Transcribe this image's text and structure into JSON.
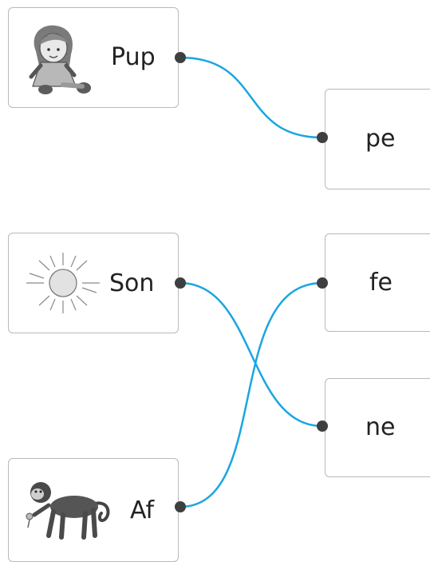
{
  "left_items": [
    {
      "word": "Pup",
      "picture": "doll-icon"
    },
    {
      "word": "Son",
      "picture": "sun-icon"
    },
    {
      "word": "Af",
      "picture": "monkey-icon"
    }
  ],
  "right_items": [
    {
      "syllable": "pe"
    },
    {
      "syllable": "fe"
    },
    {
      "syllable": "ne"
    }
  ],
  "matches": [
    {
      "from": "Pup",
      "to": "pe"
    },
    {
      "from": "Son",
      "to": "ne"
    },
    {
      "from": "Af",
      "to": "fe"
    }
  ],
  "colors": {
    "line": "#1aa6e0",
    "dot": "#3f3f3f",
    "border": "#b9b9b9"
  }
}
